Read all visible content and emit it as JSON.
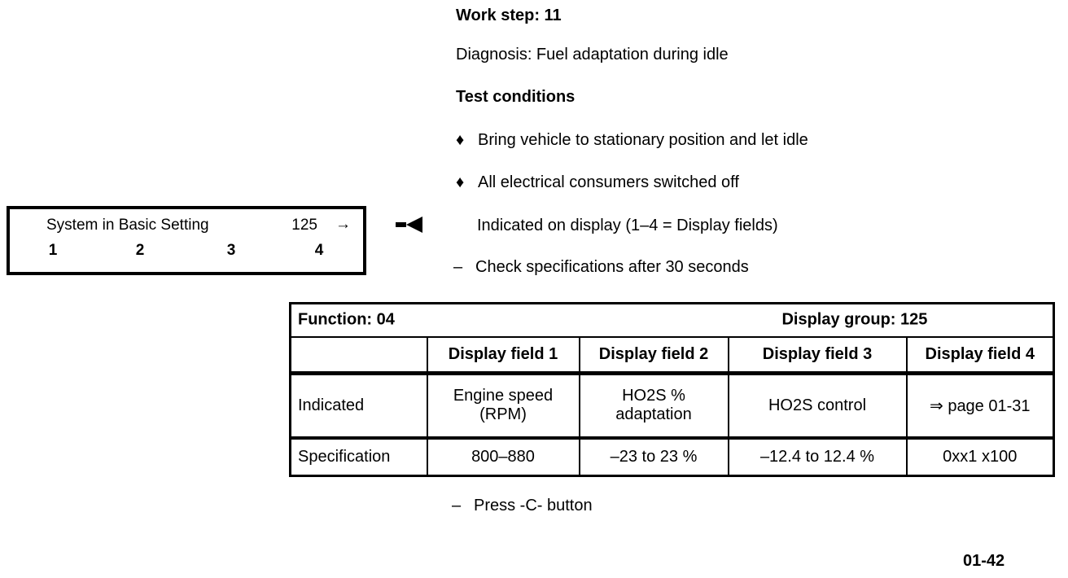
{
  "page": {
    "paper_color": "#ffffff",
    "ink_color": "#000000",
    "page_number": "01-42"
  },
  "content": {
    "work_step": "Work step: 11",
    "diagnosis": "Diagnosis: Fuel adaptation during idle",
    "test_conditions": "Test conditions",
    "bullet_glyph": "♦",
    "bullets": [
      "Bring vehicle to stationary position and let idle",
      "All electrical consumers switched off"
    ],
    "pointer_icon_name": "left-pointer-arrow",
    "indicated_on_display": "Indicated on display (1–4 = Display fields)",
    "dash_glyph": "–",
    "check_specifications": "Check specifications after 30 seconds",
    "press_button": "Press -C- button"
  },
  "display_box": {
    "title": "System in Basic Setting",
    "group_number": "125",
    "arrow_glyph": "→",
    "field_numbers": [
      "1",
      "2",
      "3",
      "4"
    ]
  },
  "table": {
    "function_label": "Function: 04",
    "display_group_label": "Display group: 125",
    "column_headers": [
      "Display field 1",
      "Display field 2",
      "Display field 3",
      "Display field 4"
    ],
    "rows": [
      {
        "label": "Indicated",
        "cells": [
          "Engine speed (RPM)",
          "HO2S % adaptation",
          "HO2S control",
          "⇒ page 01-31"
        ]
      },
      {
        "label": "Specification",
        "cells": [
          "800–880",
          "–23 to 23 %",
          "–12.4 to 12.4 %",
          "0xx1 x100"
        ]
      }
    ]
  }
}
